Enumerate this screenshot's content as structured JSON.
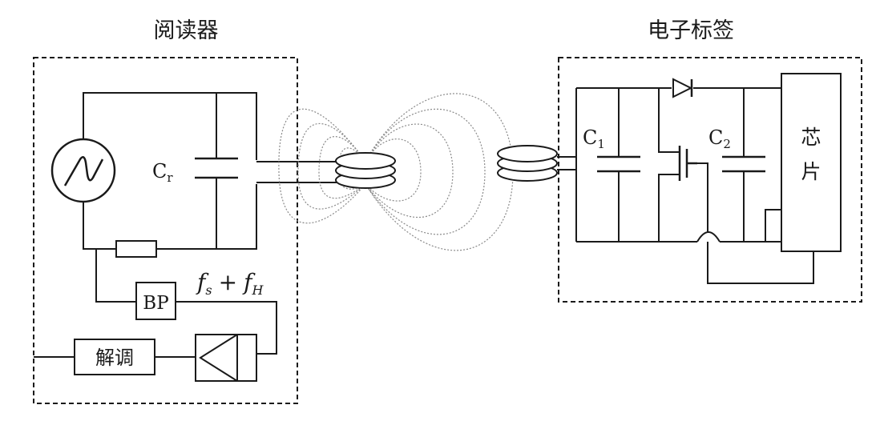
{
  "reader": {
    "title": "阅读器",
    "capacitor_label": "C",
    "capacitor_subscript": "r",
    "filter_label": "BP",
    "frequency_sum": {
      "f1": "f",
      "s1": "s",
      "op": "+",
      "f2": "f",
      "s2": "H"
    },
    "demodulator_label": "解调"
  },
  "tag": {
    "title": "电子标签",
    "capacitor1": {
      "label": "C",
      "subscript": "1"
    },
    "capacitor2": {
      "label": "C",
      "subscript": "2"
    },
    "chip_label": [
      "芯",
      "片"
    ]
  },
  "colors": {
    "line": "#1a1a1a",
    "field": "#8a8a8a"
  }
}
